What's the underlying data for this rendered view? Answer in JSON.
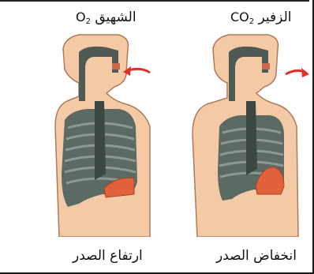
{
  "panels": [
    {
      "id": "inhale",
      "title": "الشهيق",
      "gas": "O",
      "gas_sub": "2",
      "caption": "ارتفاع الصدر"
    },
    {
      "id": "exhale",
      "title": "الزفير",
      "gas": "CO",
      "gas_sub": "2",
      "caption": "انخفاض الصدر"
    }
  ],
  "colors": {
    "skin": "#f4c9a6",
    "skin_outline": "#b07a59",
    "lung": "#5c6a64",
    "airway": "#4f5a55",
    "diaphragm": "#e0613a",
    "arrow": "#e0302a"
  }
}
